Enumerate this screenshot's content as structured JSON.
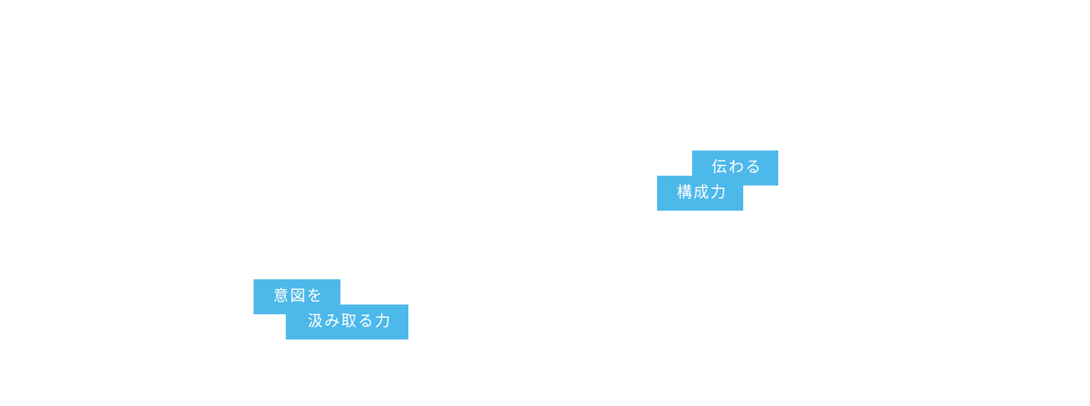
{
  "labels": {
    "group_upper": {
      "line1": "伝わる",
      "line2": "構成力"
    },
    "group_lower": {
      "line1": "意図を",
      "line2": "汲み取る力"
    }
  },
  "colors": {
    "background": "#ffffff",
    "label_fill": "#4db8ea",
    "label_text": "#ffffff"
  }
}
